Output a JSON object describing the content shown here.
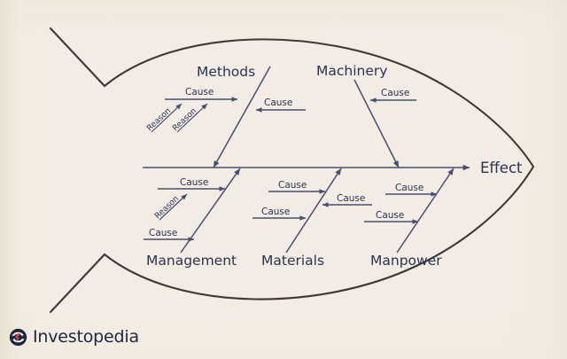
{
  "diagram": {
    "type": "fishbone-ishikawa",
    "title_text": "",
    "effect_label": "Effect",
    "colors": {
      "background": "#f2ece4",
      "outline": "#3b3a36",
      "line": "#474f6e",
      "text": "#2b3353",
      "brand": "#1d2541"
    },
    "categories": [
      {
        "id": "methods",
        "label": "Methods",
        "position": "top",
        "causes": [
          {
            "label": "Cause",
            "direction": "right",
            "reasons": [
              {
                "label": "Reason"
              },
              {
                "label": "Reason"
              }
            ]
          },
          {
            "label": "Cause",
            "direction": "left",
            "reasons": []
          }
        ]
      },
      {
        "id": "machinery",
        "label": "Machinery",
        "position": "top",
        "causes": [
          {
            "label": "Cause",
            "direction": "left",
            "reasons": []
          }
        ]
      },
      {
        "id": "management",
        "label": "Management",
        "position": "bottom",
        "causes": [
          {
            "label": "Cause",
            "direction": "right",
            "reasons": [
              {
                "label": "Reason"
              }
            ]
          },
          {
            "label": "Cause",
            "direction": "right",
            "reasons": []
          }
        ]
      },
      {
        "id": "materials",
        "label": "Materials",
        "position": "bottom",
        "causes": [
          {
            "label": "Cause",
            "direction": "right",
            "reasons": []
          },
          {
            "label": "Cause",
            "direction": "left",
            "reasons": []
          },
          {
            "label": "Cause",
            "direction": "right",
            "reasons": []
          }
        ]
      },
      {
        "id": "manpower",
        "label": "Manpower",
        "position": "bottom",
        "causes": [
          {
            "label": "Cause",
            "direction": "right",
            "reasons": []
          },
          {
            "label": "Cause",
            "direction": "right",
            "reasons": []
          }
        ]
      }
    ]
  },
  "branding": {
    "name": "Investopedia",
    "logo_icon": "investopedia-circle-logo"
  }
}
